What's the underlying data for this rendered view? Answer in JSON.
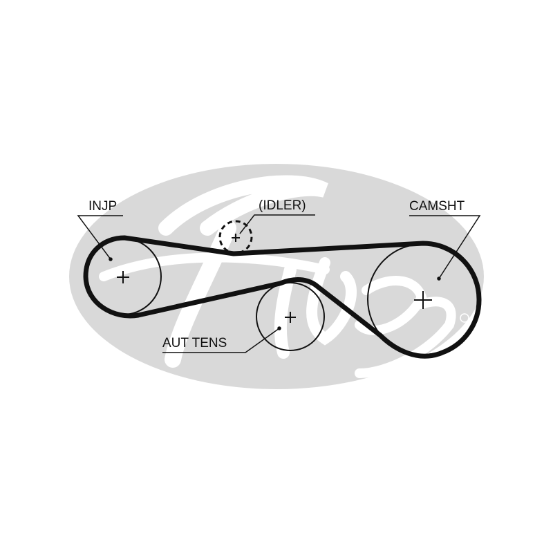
{
  "diagram": {
    "brand_watermark": "Gates",
    "labels": {
      "injp": "INJP",
      "idler": "(IDLER)",
      "camsht": "CAMSHT",
      "aut_tens": "AUT TENS"
    },
    "colors": {
      "belt": "#111111",
      "watermark": "#d8d8d8"
    }
  }
}
